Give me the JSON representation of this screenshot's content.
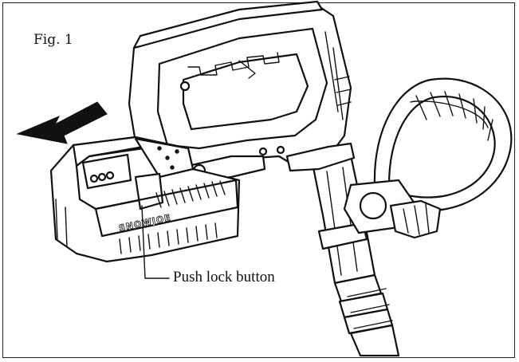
{
  "figure": {
    "label": "Fig. 1",
    "callout": "Push lock button",
    "battery_brand": "SNOWJOE"
  },
  "colors": {
    "line": "#111111",
    "background": "#ffffff"
  }
}
